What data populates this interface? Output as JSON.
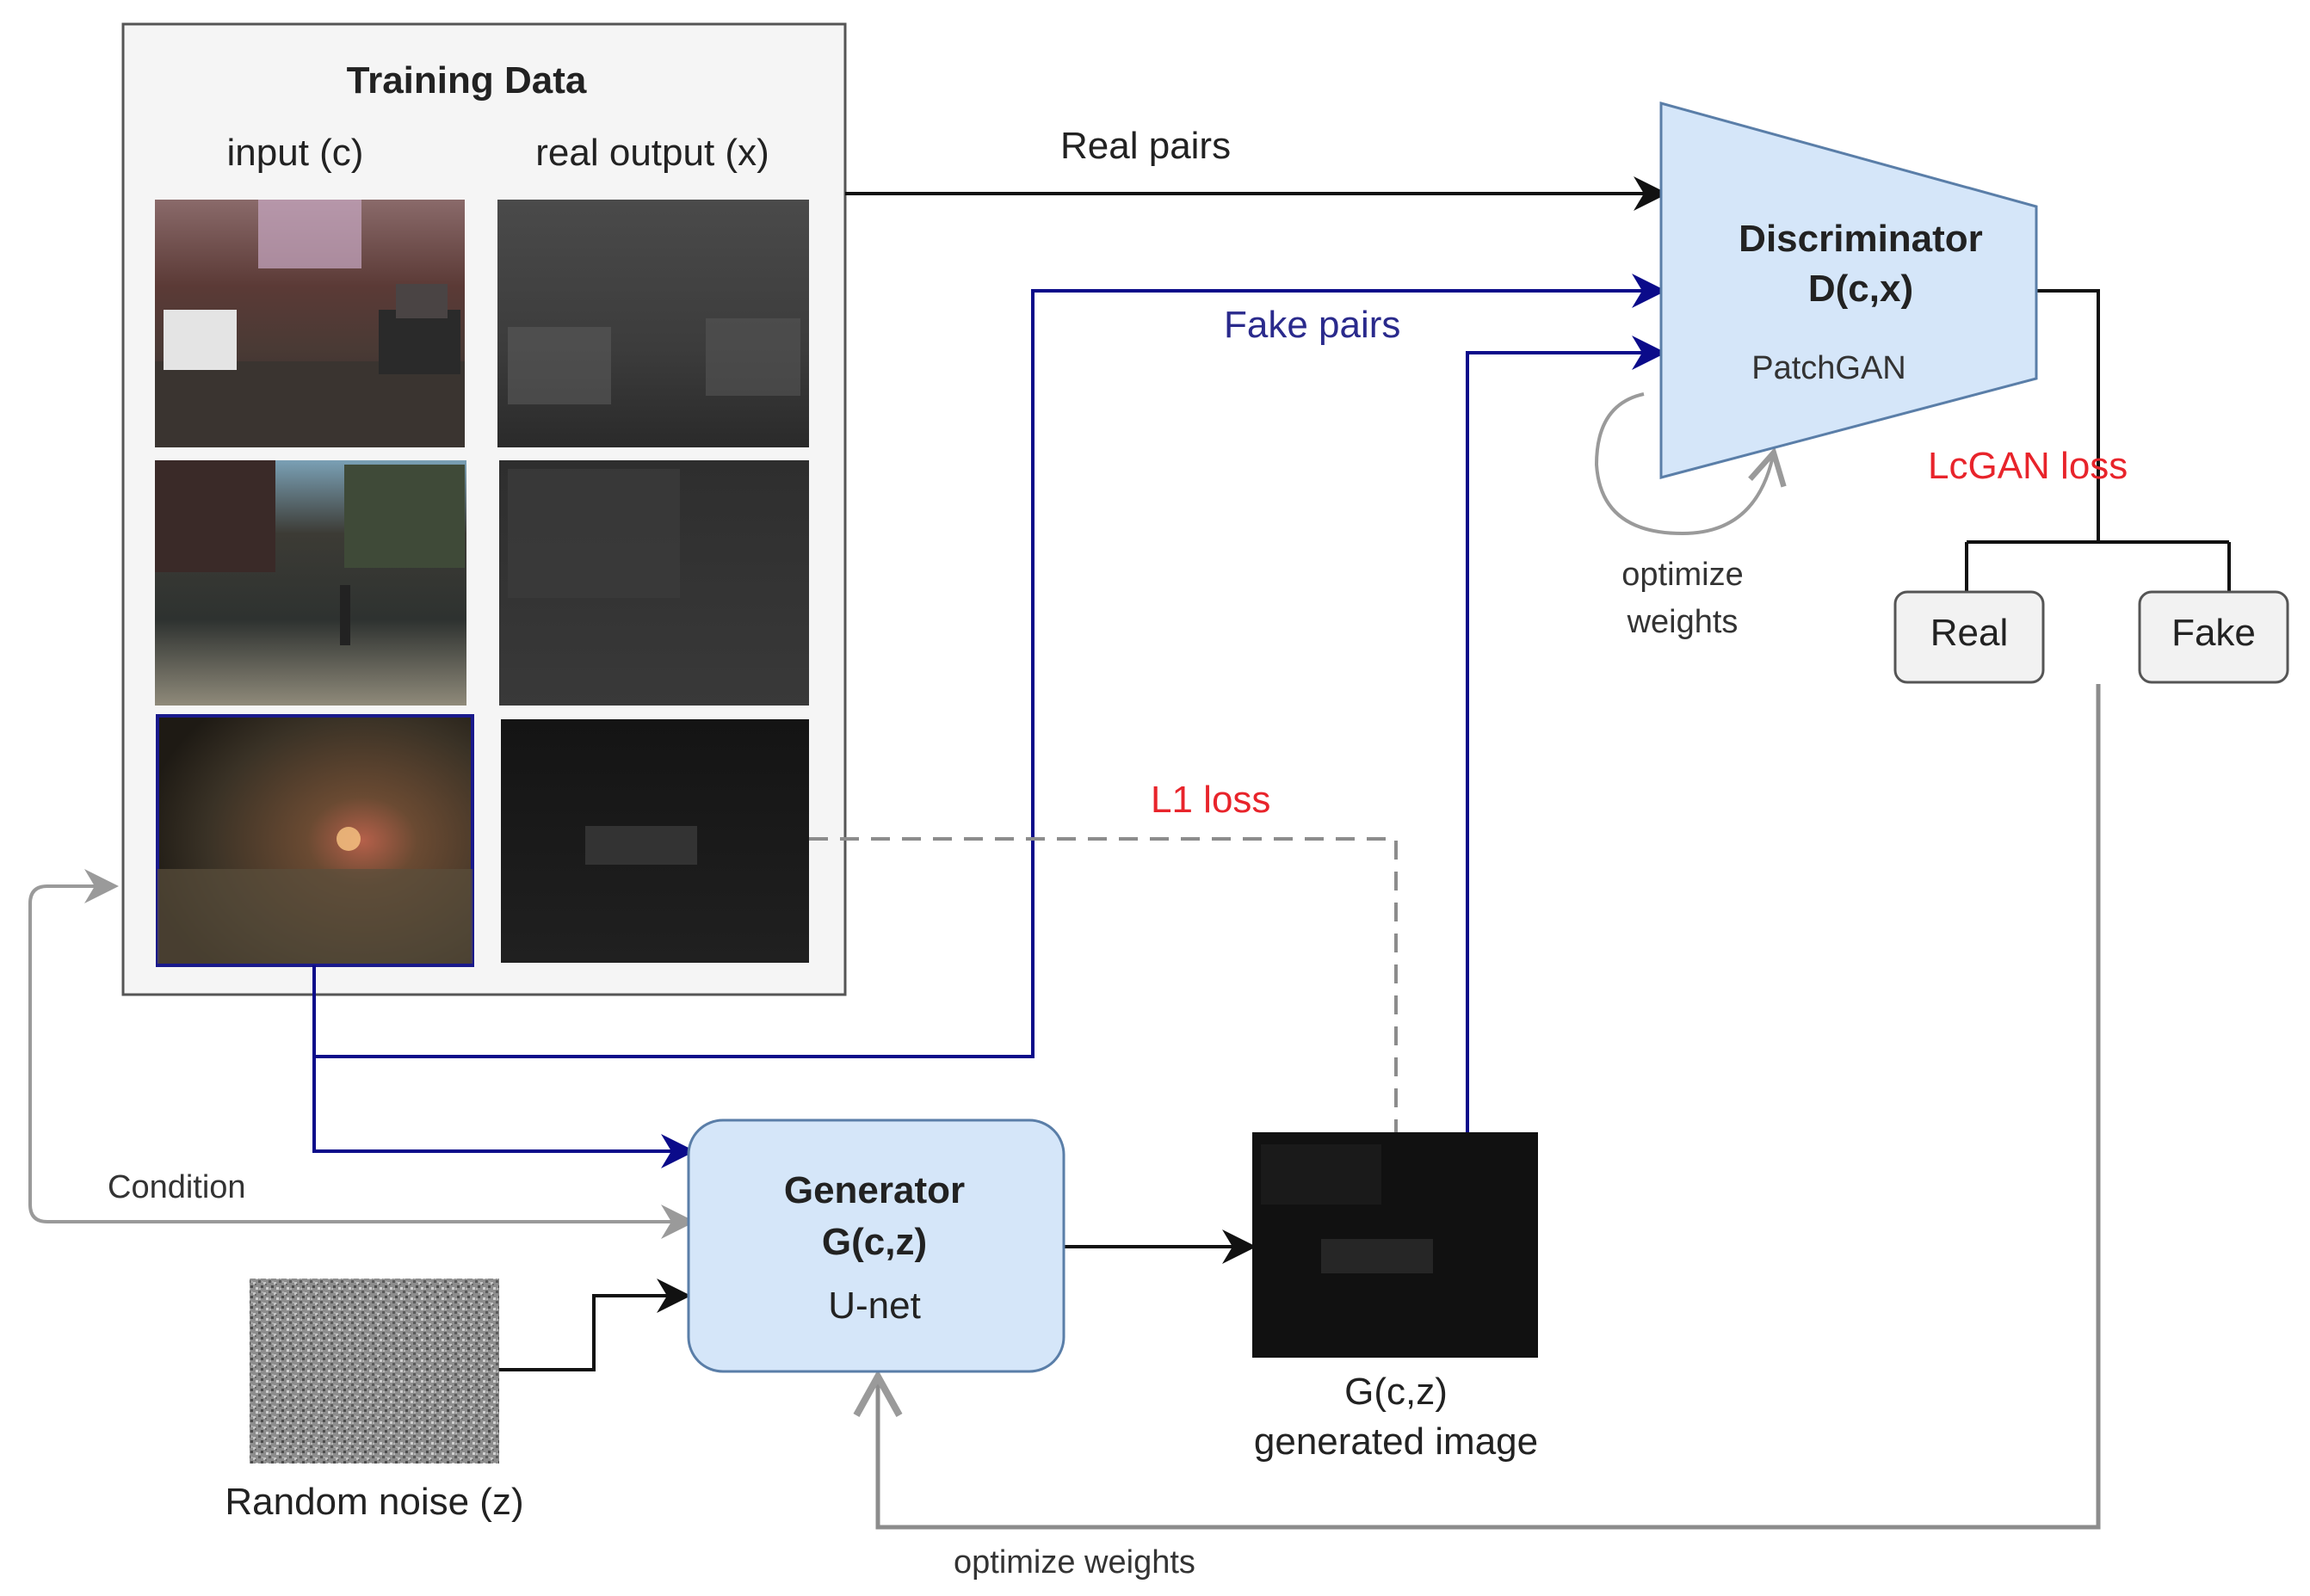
{
  "training_data": {
    "title": "Training Data",
    "col_input": "input (c)",
    "col_output": "real output (x)"
  },
  "discriminator": {
    "title": "Discriminator",
    "fn": "D(c,x)",
    "arch": "PatchGAN"
  },
  "generator": {
    "title": "Generator",
    "fn": "G(c,z)",
    "arch": "U-net"
  },
  "edges": {
    "real_pairs": "Real pairs",
    "fake_pairs": "Fake pairs",
    "l1_loss": "L1 loss",
    "lcgan_loss": "LcGAN loss",
    "condition": "Condition",
    "optimize_d_line1": "optimize",
    "optimize_d_line2": "weights",
    "optimize_g": "optimize weights"
  },
  "outputs": {
    "real": "Real",
    "fake": "Fake"
  },
  "generated": {
    "line1": "G(c,z)",
    "line2": "generated image"
  },
  "noise": {
    "label": "Random noise (z)"
  },
  "colors": {
    "blue_arrow": "#0b0b8a",
    "box_fill": "#d5e6f9",
    "loss_red": "#e8242b",
    "gray_arrow": "#8c8c8c"
  }
}
